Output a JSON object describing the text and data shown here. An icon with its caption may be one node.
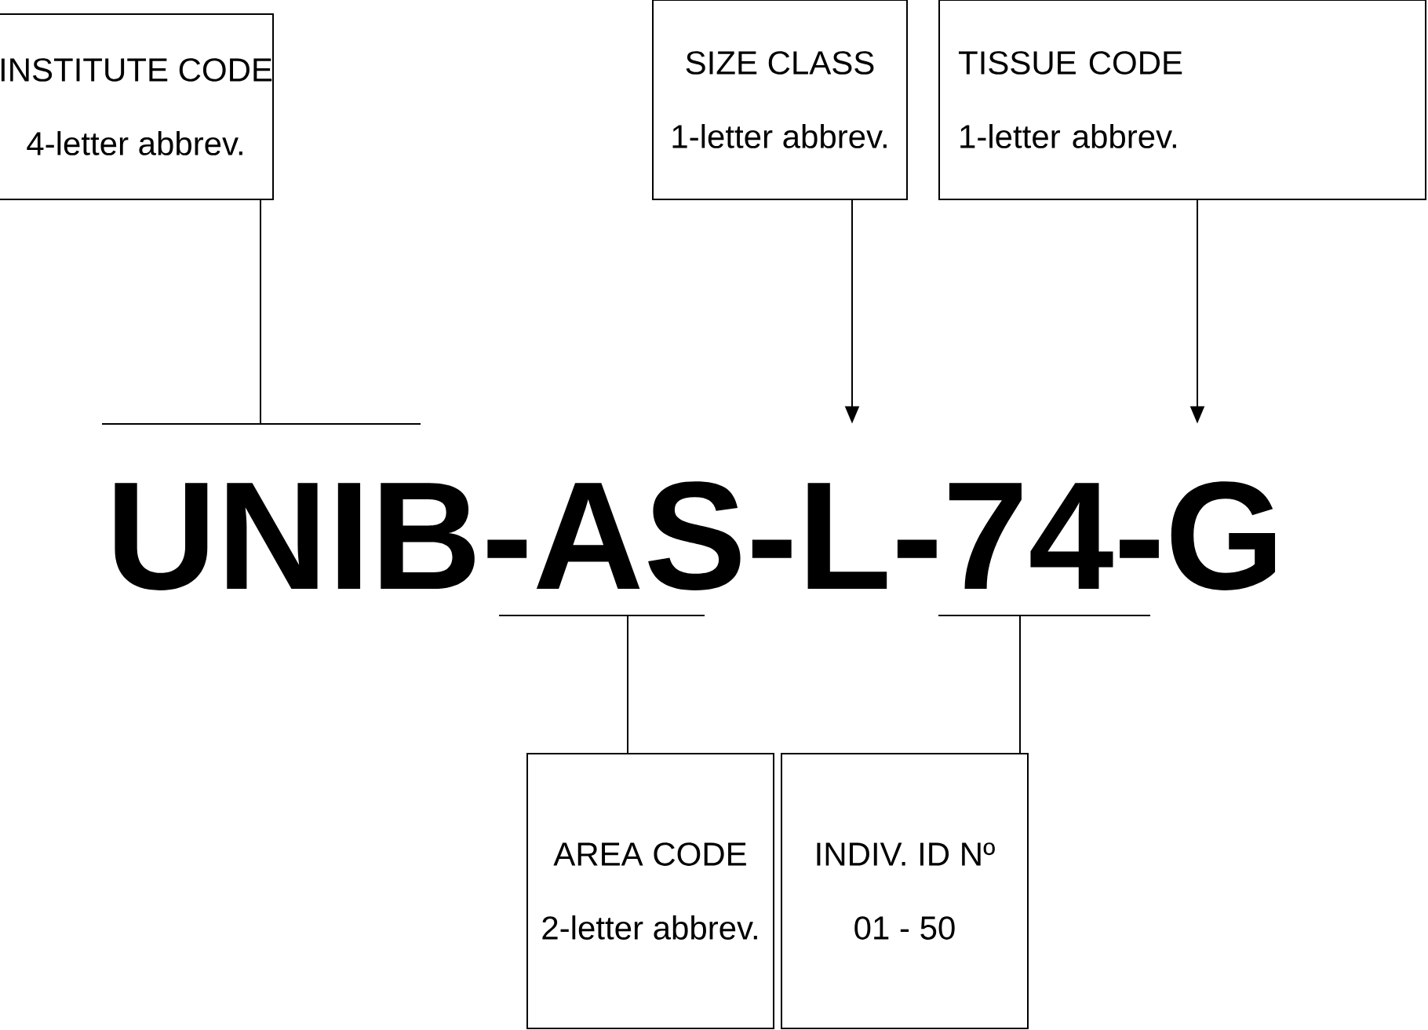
{
  "diagram": {
    "nodes": [
      {
        "text": [
          "INSTITUTE CODE",
          "4-letter abbrev."
        ]
      },
      {
        "text": [
          "SIZE CLASS",
          "1-letter abbrev."
        ]
      },
      {
        "text": [
          "TISSUE CODE",
          "1-letter abbrev."
        ]
      },
      {
        "text": [
          "UNIB-AS-L-74-G"
        ]
      },
      {
        "text": [
          "AREA CODE",
          "2-letter abbrev."
        ]
      },
      {
        "text": [
          "INDIV. ID Nº",
          "01 - 50"
        ]
      }
    ],
    "edges": [
      {
        "from": 0,
        "to": 3,
        "arrow": "none"
      },
      {
        "from": 1,
        "to": 3,
        "arrow": "to"
      },
      {
        "from": 2,
        "to": 3,
        "arrow": "to"
      },
      {
        "from": 4,
        "to": 3,
        "arrow": "none"
      },
      {
        "from": 5,
        "to": 3,
        "arrow": "none"
      }
    ]
  }
}
